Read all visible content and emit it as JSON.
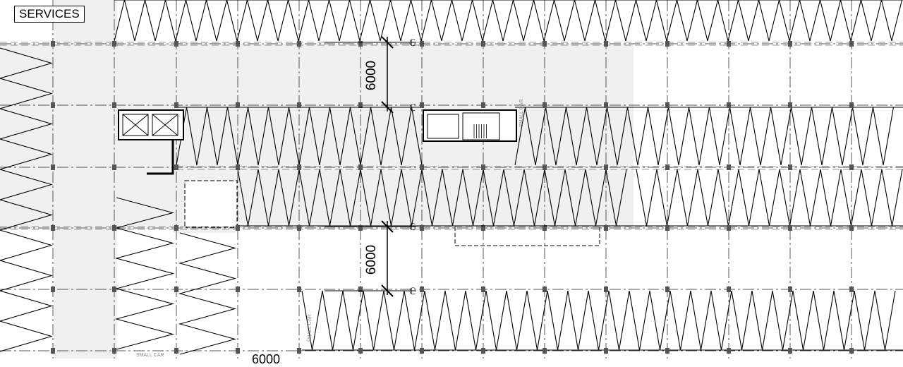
{
  "room_label": "SERVICES",
  "dimensions": [
    "6000",
    "6000"
  ],
  "bottom_dimension_partial": "6000",
  "space_tag": "SMALL CAR",
  "colors": {
    "line": "#000000",
    "grid": "#555555",
    "shade": "#f0f0f0",
    "tag": "#8a8a8a"
  }
}
